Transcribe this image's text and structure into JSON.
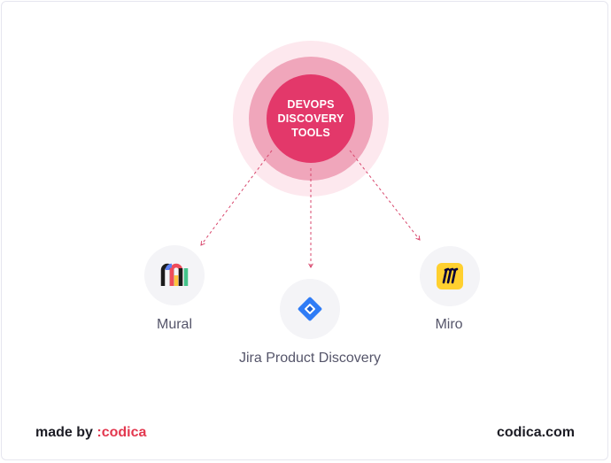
{
  "hub": {
    "title": "DEVOPS DISCOVERY TOOLS"
  },
  "tools": [
    {
      "name": "Mural",
      "icon": "mural-logo-icon"
    },
    {
      "name": "Jira Product Discovery",
      "icon": "jira-product-discovery-logo-icon"
    },
    {
      "name": "Miro",
      "icon": "miro-logo-icon"
    }
  ],
  "footer": {
    "made_by": "made by",
    "brand": ":codica",
    "site": "codica.com"
  },
  "colors": {
    "accent": "#e3386a",
    "halo_mid": "#f0a6bb",
    "halo_outer": "#fde8ee",
    "brand": "#e3384f"
  }
}
